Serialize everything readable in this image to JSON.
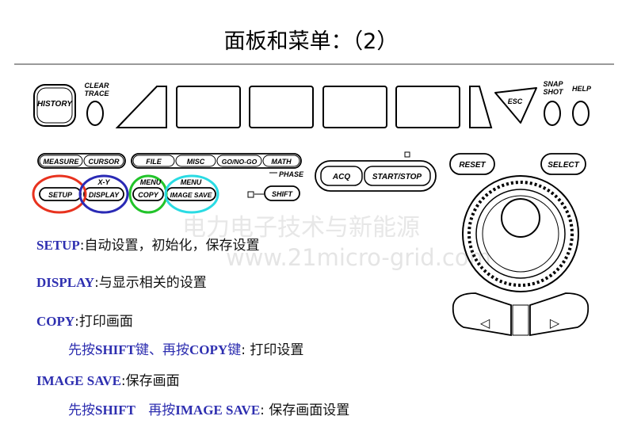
{
  "title": "面板和菜单：（2）",
  "panel": {
    "history": "HISTORY",
    "clear_trace_1": "CLEAR",
    "clear_trace_2": "TRACE",
    "esc": "ESC",
    "snap_1": "SNAP",
    "snap_2": "SHOT",
    "help": "HELP",
    "measure": "MEASURE",
    "cursor": "CURSOR",
    "file": "FILE",
    "misc": "MISC",
    "gonogo": "GO/NO-GO",
    "math": "MATH",
    "phase": "PHASE",
    "xy": "X-Y",
    "menu_copy": "MENU",
    "menu_image": "MENU",
    "setup": "SETUP",
    "display": "DISPLAY",
    "copy": "COPY",
    "image_save": "IMAGE SAVE",
    "shift": "SHIFT",
    "acq": "ACQ",
    "start_stop": "START/STOP",
    "reset": "RESET",
    "select": "SELECT",
    "arrow_left": "◁",
    "arrow_right": "▷"
  },
  "highlight_colors": {
    "setup": "#e8321e",
    "display": "#2a2ab5",
    "copy": "#22c42a",
    "image_save": "#2adbe3"
  },
  "watermark": {
    "line1": "电力电子技术与新能源",
    "line2": "www.21micro-grid.com"
  },
  "lines": [
    {
      "key": "SETUP",
      "desc": ":自动设置，初始化，保存设置"
    },
    {
      "key": "DISPLAY",
      "desc": ":与显示相关的设置"
    },
    {
      "key": "COPY",
      "desc": ":打印画面"
    },
    {
      "pre": "先按",
      "k1": "SHIFT",
      "mid": "键、再按",
      "k2": "COPY",
      "post": "键",
      "desc": ": 打印设置"
    },
    {
      "key": "IMAGE SAVE",
      "desc": ":保存画面"
    },
    {
      "pre": "先按",
      "k1": "SHIFT",
      "mid": "   再按",
      "k2": "IMAGE SAVE",
      "desc": ": 保存画面设置"
    }
  ]
}
